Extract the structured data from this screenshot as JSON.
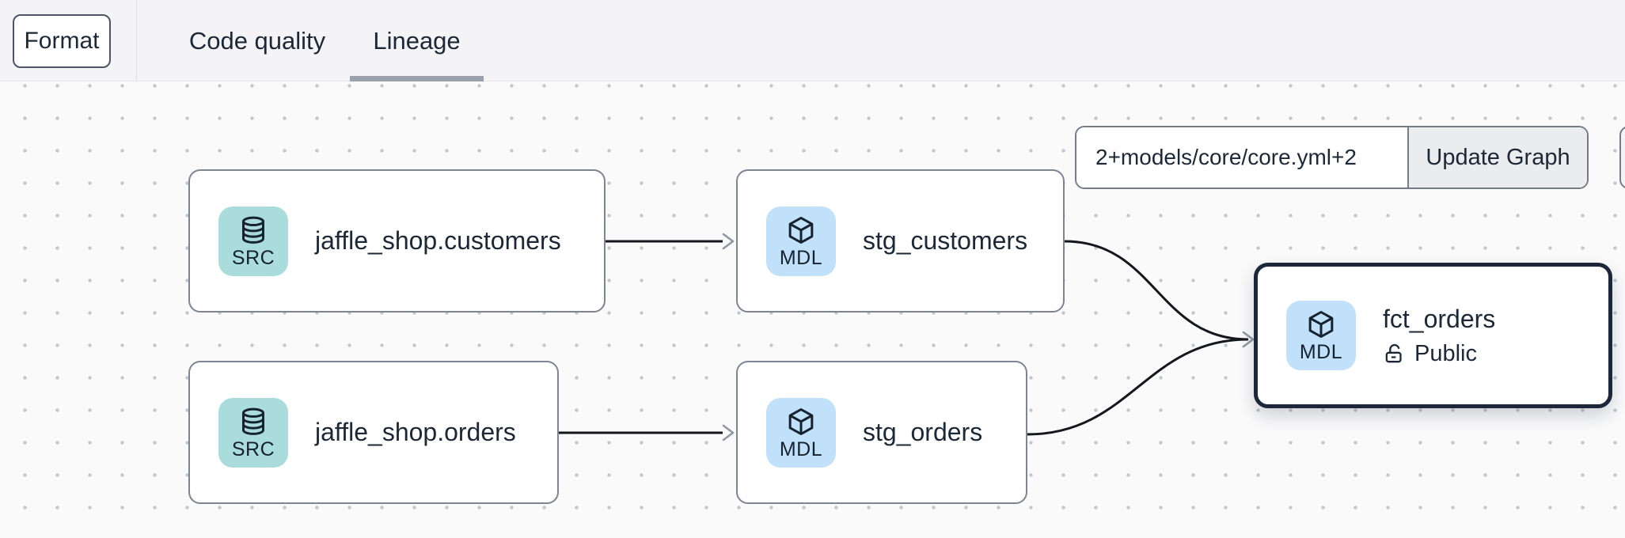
{
  "toolbar": {
    "format_button": "Format",
    "tabs": [
      {
        "label": "Code quality",
        "active": false
      },
      {
        "label": "Lineage",
        "active": true
      }
    ]
  },
  "lineage_controls": {
    "selector_input_value": "2+models/core/core.yml+2",
    "update_graph_button": "Update Graph"
  },
  "graph": {
    "nodes": [
      {
        "id": "jaffle_shop.customers",
        "label": "jaffle_shop.customers",
        "resource_badge": "SRC",
        "icon": "database-icon",
        "selected": false
      },
      {
        "id": "stg_customers",
        "label": "stg_customers",
        "resource_badge": "MDL",
        "icon": "cube-icon",
        "selected": false
      },
      {
        "id": "jaffle_shop.orders",
        "label": "jaffle_shop.orders",
        "resource_badge": "SRC",
        "icon": "database-icon",
        "selected": false
      },
      {
        "id": "stg_orders",
        "label": "stg_orders",
        "resource_badge": "MDL",
        "icon": "cube-icon",
        "selected": false
      },
      {
        "id": "fct_orders",
        "label": "fct_orders",
        "resource_badge": "MDL",
        "icon": "cube-icon",
        "access": "Public",
        "access_icon": "unlock-icon",
        "selected": true
      }
    ],
    "edges": [
      {
        "from": "jaffle_shop.customers",
        "to": "stg_customers"
      },
      {
        "from": "jaffle_shop.orders",
        "to": "stg_orders"
      },
      {
        "from": "stg_customers",
        "to": "fct_orders"
      },
      {
        "from": "stg_orders",
        "to": "fct_orders"
      }
    ]
  },
  "colors": {
    "topbar_bg": "#f4f4f6",
    "canvas_bg": "#fafafb",
    "text": "#1d2836",
    "node_border": "#7d8591",
    "selected_node_border": "#1c2739",
    "src_badge_bg": "#a9dcdb",
    "mdl_badge_bg": "#c0e1f9",
    "edge": "#14181d",
    "arrowhead": "#9098a3",
    "tab_underline": "#9aa1ac",
    "control_border": "#757c88",
    "button_bg": "#ebecee"
  }
}
